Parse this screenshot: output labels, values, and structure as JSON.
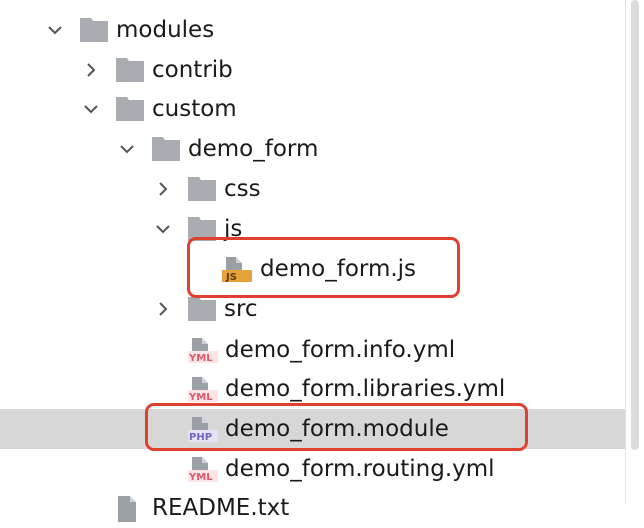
{
  "tree": {
    "modules": {
      "label": "modules",
      "icon": "folder-icon",
      "state": "expanded"
    },
    "contrib": {
      "label": "contrib",
      "icon": "folder-icon",
      "state": "collapsed"
    },
    "custom": {
      "label": "custom",
      "icon": "folder-icon",
      "state": "expanded"
    },
    "demo_form": {
      "label": "demo_form",
      "icon": "folder-icon",
      "state": "expanded"
    },
    "css": {
      "label": "css",
      "icon": "folder-icon",
      "state": "collapsed"
    },
    "js": {
      "label": "js",
      "icon": "folder-icon",
      "state": "expanded"
    },
    "demo_form_js": {
      "label": "demo_form.js",
      "icon": "js-file-icon",
      "badge": "JS"
    },
    "src": {
      "label": "src",
      "icon": "folder-icon",
      "state": "collapsed"
    },
    "info_yml": {
      "label": "demo_form.info.yml",
      "icon": "yml-file-icon",
      "badge": "YML"
    },
    "libraries_yml": {
      "label": "demo_form.libraries.yml",
      "icon": "yml-file-icon",
      "badge": "YML"
    },
    "module": {
      "label": "demo_form.module",
      "icon": "php-file-icon",
      "badge": "PHP",
      "selected": true
    },
    "routing_yml": {
      "label": "demo_form.routing.yml",
      "icon": "yml-file-icon",
      "badge": "YML"
    },
    "readme": {
      "label": "README.txt",
      "icon": "text-file-icon"
    }
  },
  "colors": {
    "folder": "#a9adb2",
    "highlight": "#e0412f",
    "selected_row": "#d7d7d7",
    "js_badge": "#e5a33a",
    "yml_badge": "#d95b6b",
    "php_badge": "#8a7cc6"
  }
}
